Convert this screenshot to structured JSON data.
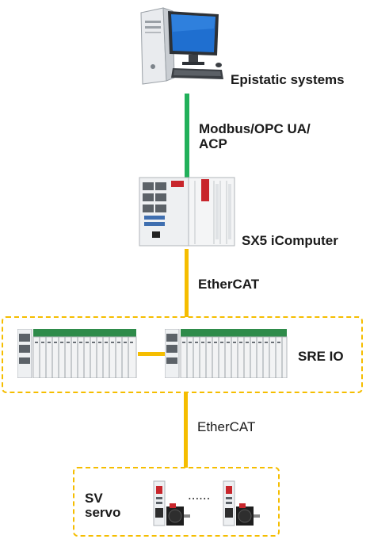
{
  "nodes": {
    "computer": {
      "label": "Epistatic systems"
    },
    "link1": {
      "label_line1": "Modbus/OPC UA/",
      "label_line2": "ACP"
    },
    "controller": {
      "label": "SX5 iComputer"
    },
    "link2": {
      "label": "EtherCAT"
    },
    "io": {
      "label": "SRE IO"
    },
    "link3": {
      "label": "EtherCAT"
    },
    "servo": {
      "label_line1": "SV",
      "label_line2": "servo",
      "ellipsis": "......"
    }
  },
  "colors": {
    "protocol_line": "#21b05a",
    "ethercat_line": "#f5bd00",
    "group_border": "#f5bd00",
    "accent_red": "#c8262c"
  }
}
